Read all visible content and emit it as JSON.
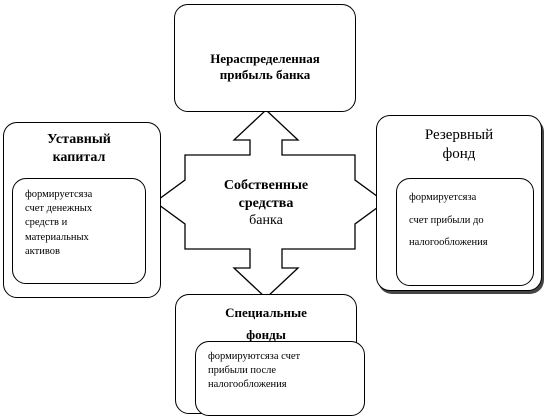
{
  "center": {
    "line1": "Собственные",
    "line2": "средства",
    "line3": "банка"
  },
  "top": {
    "line1": "Нераспределенная",
    "line2": "прибыль банка"
  },
  "left": {
    "title_line1": "Уставный",
    "title_line2": "капитал",
    "desc_line1": "формируетсяза",
    "desc_line2": "счет денежных",
    "desc_line3": "средств и",
    "desc_line4": "материальных",
    "desc_line5": "активов"
  },
  "right": {
    "title_line1": "Резервный",
    "title_line2": "фонд",
    "desc_line1": "формируетсяза",
    "desc_line2": "счет прибыли до",
    "desc_line3": "налогообложения"
  },
  "bottom": {
    "title_line1": "Специальные",
    "title_line2": "фонды",
    "desc_line1": "формируютсяза счет",
    "desc_line2": "прибыли после",
    "desc_line3": "налогообложения"
  }
}
